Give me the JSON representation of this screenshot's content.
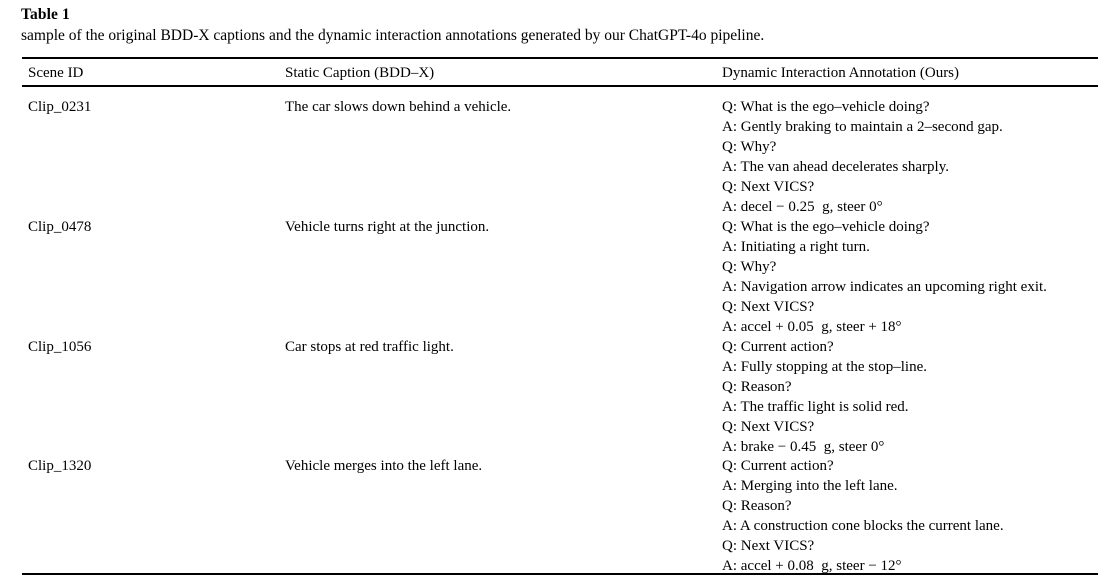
{
  "caption": {
    "table_number": "Table 1",
    "caption_text": "sample of the original BDD-X captions and the dynamic interaction annotations generated by our ChatGPT-4o pipeline."
  },
  "table": {
    "columns": [
      "Scene ID",
      "Static Caption (BDD–X)",
      "Dynamic Interaction Annotation (Ours)"
    ],
    "rows": [
      {
        "scene_id": "Clip_0231",
        "static_caption": "The car slows down behind a vehicle.",
        "dynamic_annotation": [
          "Q: What is the ego–vehicle doing?",
          "A: Gently braking to maintain a 2–second gap.",
          "Q: Why?",
          "A: The van ahead decelerates sharply.",
          "Q: Next VICS?",
          "A: decel − 0.25  g, steer 0°"
        ]
      },
      {
        "scene_id": "Clip_0478",
        "static_caption": "Vehicle turns right at the junction.",
        "dynamic_annotation": [
          "Q: What is the ego–vehicle doing?",
          "A: Initiating a right turn.",
          "Q: Why?",
          "A: Navigation arrow indicates an upcoming right exit.",
          "Q: Next VICS?",
          "A: accel + 0.05  g, steer + 18°"
        ]
      },
      {
        "scene_id": "Clip_1056",
        "static_caption": "Car stops at red traffic light.",
        "dynamic_annotation": [
          "Q: Current action?",
          "A: Fully stopping at the stop–line.",
          "Q: Reason?",
          "A: The traffic light is solid red.",
          "Q: Next VICS?",
          "A: brake − 0.45  g, steer 0°"
        ]
      },
      {
        "scene_id": "Clip_1320",
        "static_caption": "Vehicle merges into the left lane.",
        "dynamic_annotation": [
          "Q: Current action?",
          "A: Merging into the left lane.",
          "Q: Reason?",
          "A: A construction cone blocks the current lane.",
          "Q: Next VICS?",
          "A: accel + 0.08  g, steer − 12°"
        ]
      }
    ]
  },
  "style": {
    "text_color": "#000000",
    "background": "#ffffff",
    "rule_color": "#000000"
  }
}
